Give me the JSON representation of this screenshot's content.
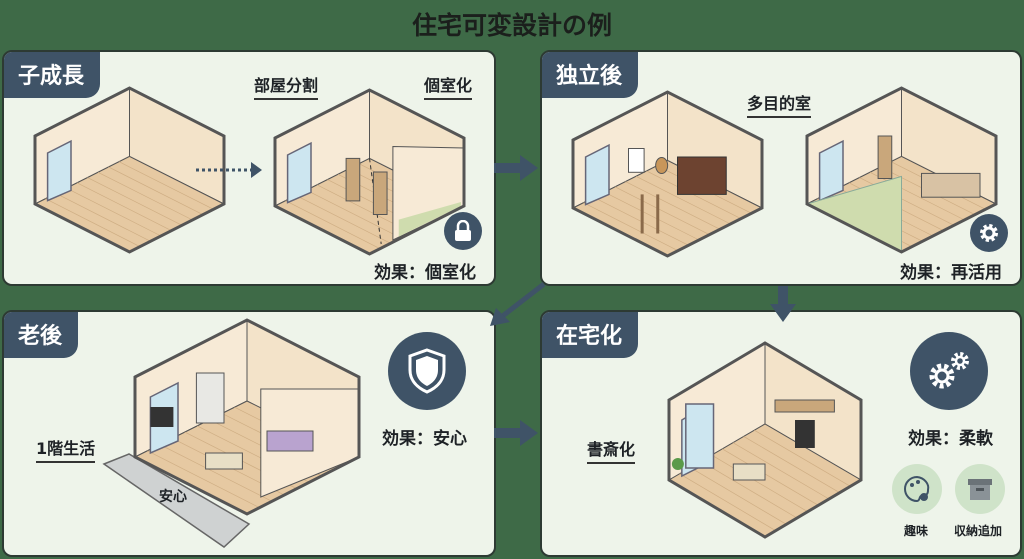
{
  "title": "住宅可変設計の例",
  "panels": {
    "child": {
      "tab": "子成長",
      "label_split": "部屋分割",
      "label_private": "個室化",
      "effect": "効果：個室化",
      "icon": "lock-icon"
    },
    "independent": {
      "tab": "独立後",
      "label_room": "多目的室",
      "effect": "効果：再活用",
      "icon": "gear-icon"
    },
    "elderly": {
      "tab": "老後",
      "label_floor": "1階生活",
      "label_safe": "安心",
      "effect": "効果：安心",
      "icon": "shield-icon"
    },
    "home": {
      "tab": "在宅化",
      "label_study": "書斎化",
      "effect": "効果：柔軟",
      "icon": "gears-icon",
      "hobby": "趣味",
      "storage": "収納追加"
    }
  },
  "colors": {
    "background": "#3e6a47",
    "panel": "#eef4ea",
    "accent": "#3f5367",
    "floor": "#e6c9a2",
    "wall": "#f7ead6",
    "tatami": "#cfdcae"
  }
}
